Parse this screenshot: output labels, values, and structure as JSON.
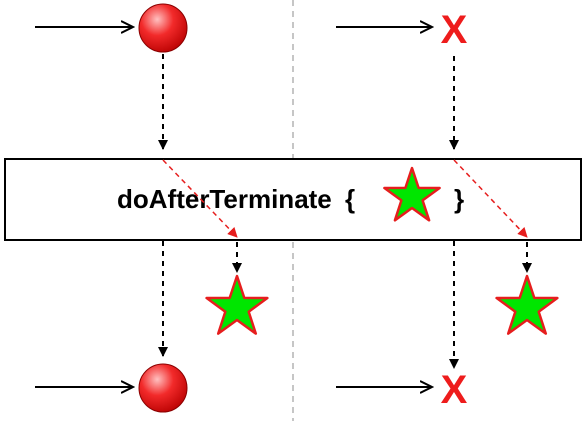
{
  "operator": {
    "name": "doAfterTerminate",
    "open_brace": "{",
    "close_brace": "}"
  },
  "left_lane": {
    "input_event": "completion",
    "output_event": "completion",
    "side_effect": "star"
  },
  "right_lane": {
    "input_event": "error",
    "input_mark": "X",
    "output_event": "error",
    "output_mark": "X",
    "side_effect": "star"
  },
  "icons": [
    "arrow-icon",
    "completion-ball-icon",
    "error-x-icon",
    "star-icon"
  ],
  "colors": {
    "ball_red": "#e60000",
    "ball_highlight": "#ffb3b3",
    "error_x": "#ee1c1c",
    "star_fill": "#00e600",
    "star_stroke": "#e61e1e",
    "side_effect_arrow": "#e61e1e",
    "flow_arrow": "#000000",
    "divider": "#b3b3b3"
  }
}
